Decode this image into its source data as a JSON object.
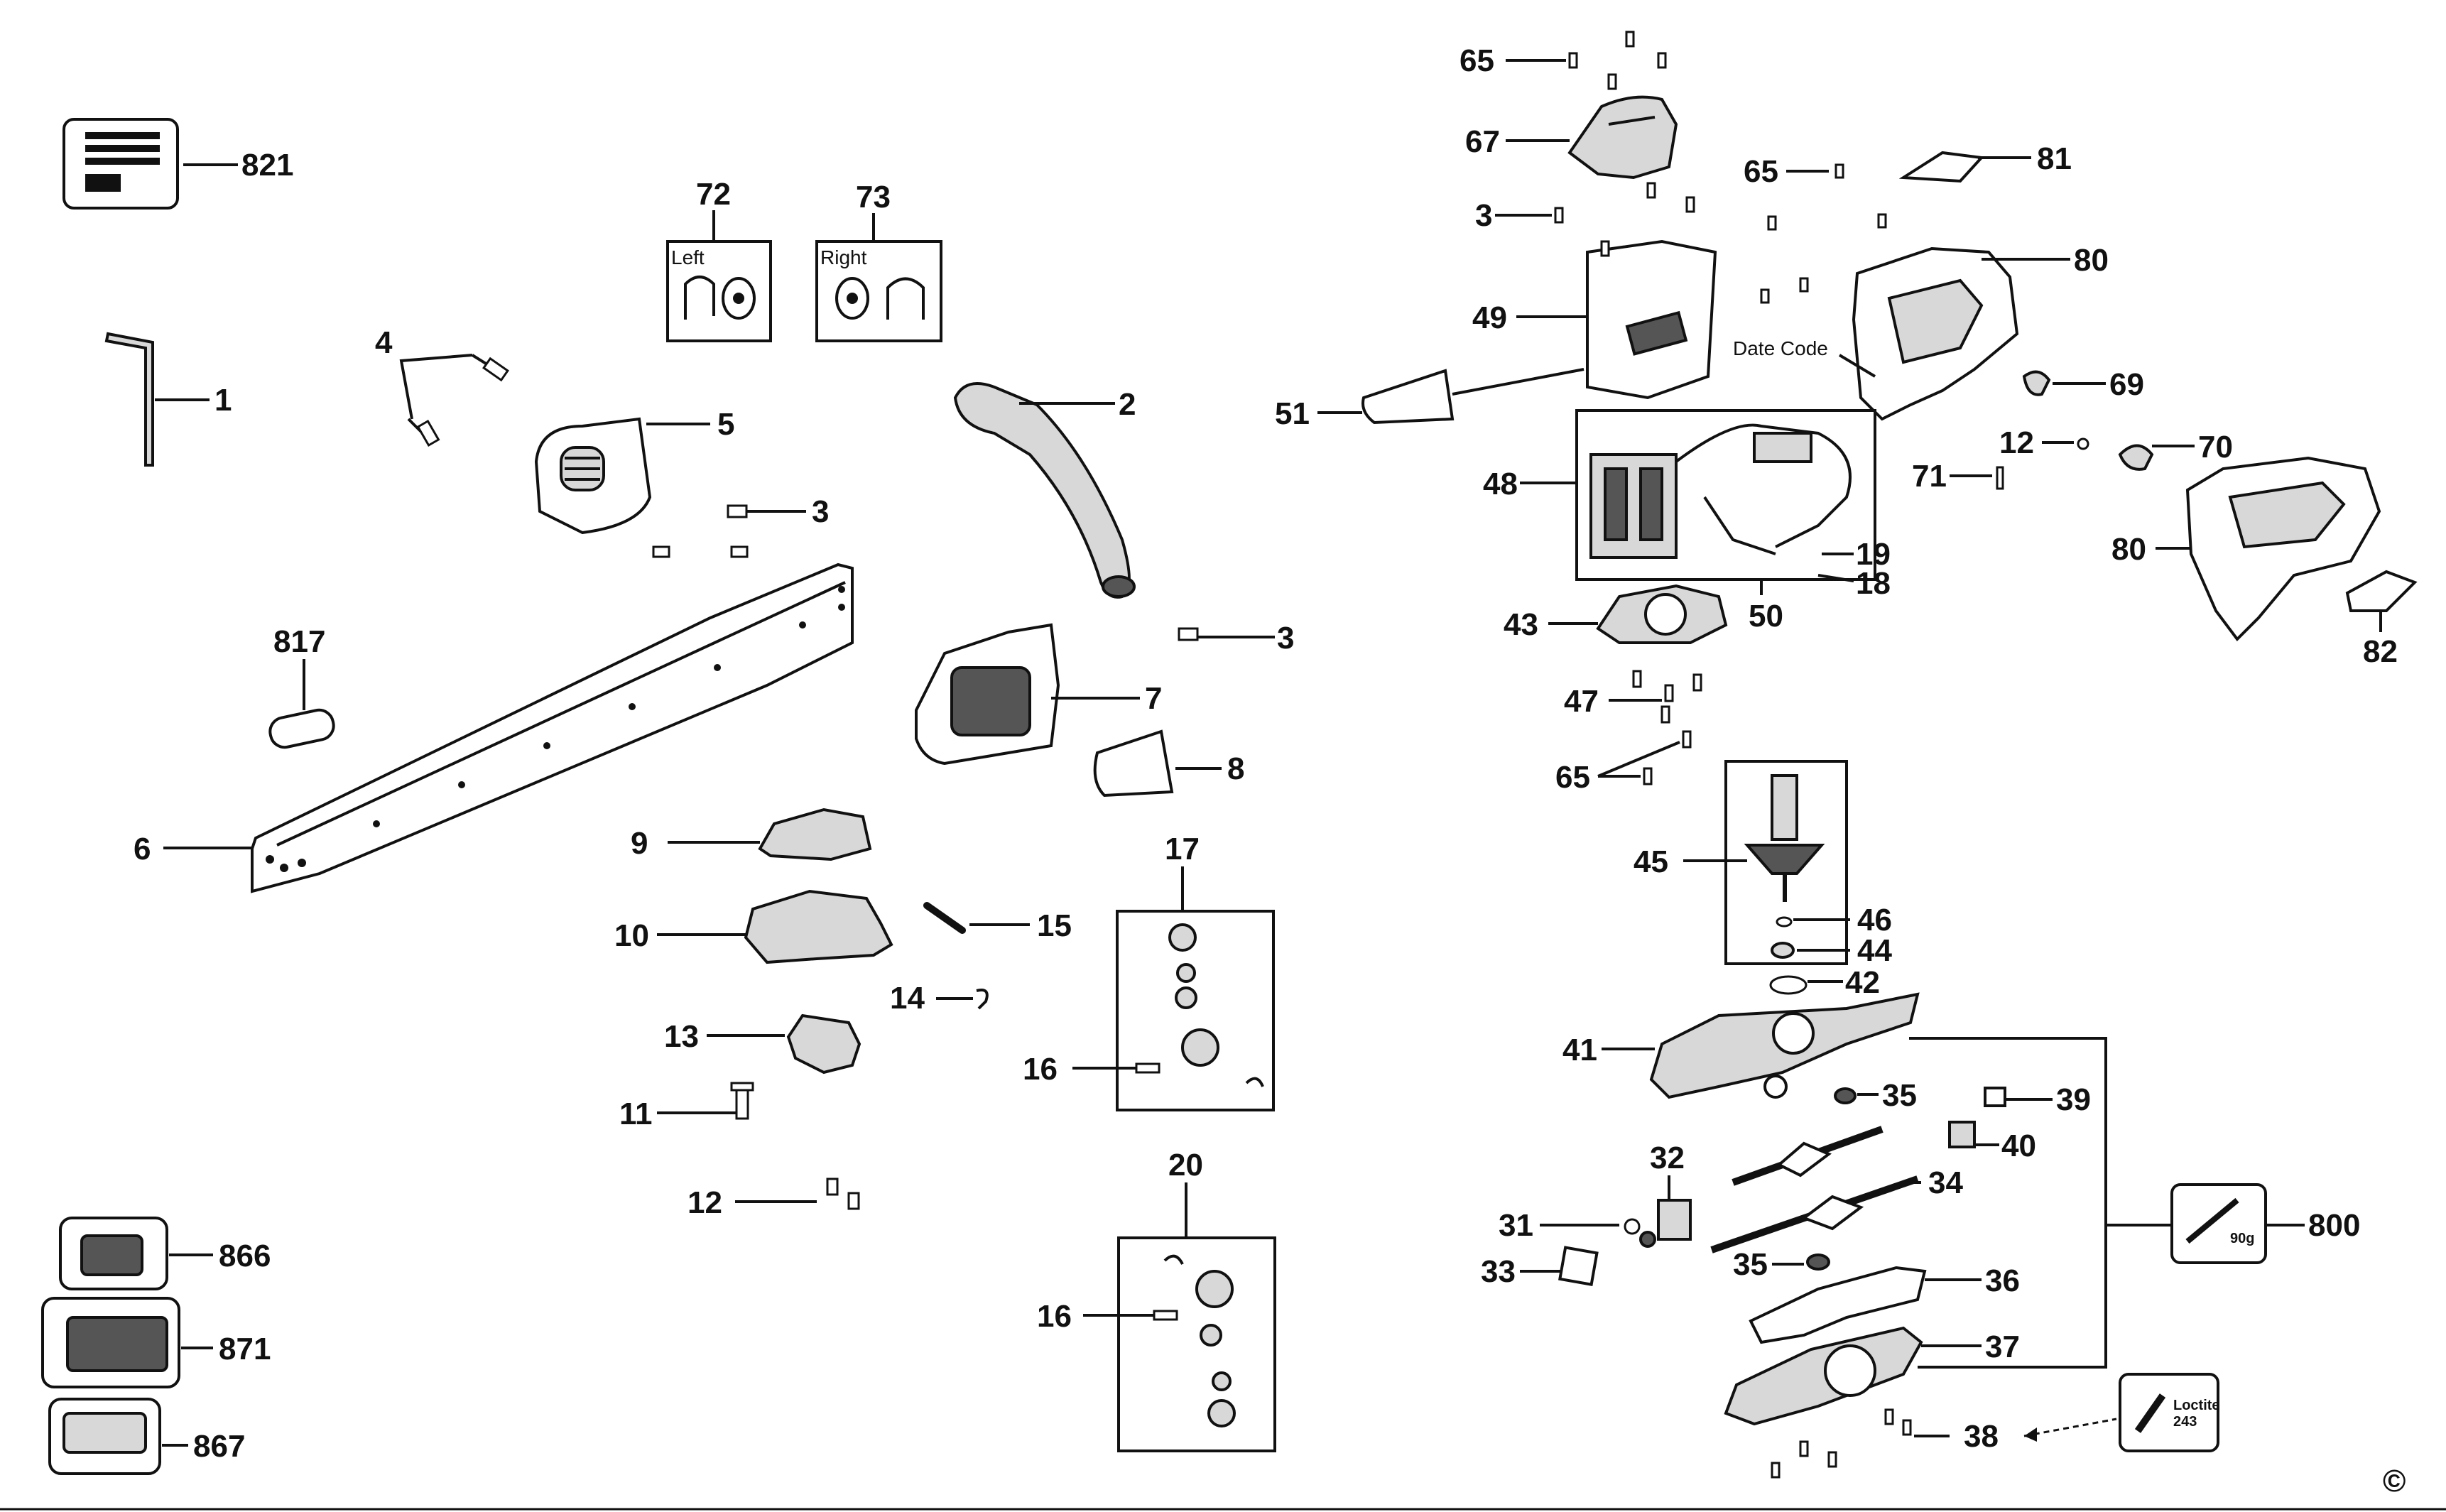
{
  "labels": {
    "p821": "821",
    "p1": "1",
    "p4": "4",
    "p5": "5",
    "p3a": "3",
    "p3b": "3",
    "p3c": "3",
    "p72": "72",
    "p73": "73",
    "p2": "2",
    "p7": "7",
    "p8": "8",
    "p817": "817",
    "p6": "6",
    "p9": "9",
    "p10": "10",
    "p15": "15",
    "p17": "17",
    "p14": "14",
    "p13": "13",
    "p16a": "16",
    "p16b": "16",
    "p11": "11",
    "p12a": "12",
    "p12b": "12",
    "p20": "20",
    "p866": "866",
    "p871": "871",
    "p867": "867",
    "p65a": "65",
    "p65b": "65",
    "p65c": "65",
    "p67": "67",
    "p49": "49",
    "p51": "51",
    "p81": "81",
    "p80a": "80",
    "p80b": "80",
    "p69": "69",
    "p70": "70",
    "p71": "71",
    "p48": "48",
    "p19": "19",
    "p18": "18",
    "p50": "50",
    "p43": "43",
    "p47": "47",
    "p82": "82",
    "p45": "45",
    "p46": "46",
    "p44": "44",
    "p42": "42",
    "p41": "41",
    "p35a": "35",
    "p35b": "35",
    "p39": "39",
    "p40": "40",
    "p32": "32",
    "p34": "34",
    "p31": "31",
    "p33": "33",
    "p36": "36",
    "p37": "37",
    "p38": "38",
    "p800": "800"
  },
  "text": {
    "left": "Left",
    "right": "Right",
    "date_code": "Date Code",
    "grease_weight": "90g",
    "loctite": "Loctite",
    "loctite_num": "243",
    "copyright": "©"
  }
}
